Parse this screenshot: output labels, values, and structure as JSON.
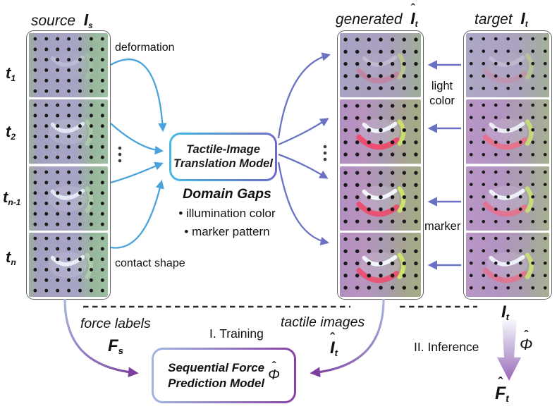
{
  "figure": {
    "headers": {
      "source": {
        "label": "source",
        "symbol": "I",
        "sub": "s"
      },
      "generated": {
        "label": "generated",
        "symbol": "I",
        "hat": "ˆ",
        "sub": "t"
      },
      "target": {
        "label": "target",
        "symbol": "I",
        "sub": "t"
      }
    },
    "timesteps": [
      {
        "base": "t",
        "sub": "1"
      },
      {
        "base": "t",
        "sub": "2"
      },
      {
        "base": "t",
        "sub": "n-1"
      },
      {
        "base": "t",
        "sub": "n"
      }
    ],
    "arrow_labels": {
      "deformation": "deformation",
      "contact_shape": "contact shape",
      "light_color": "light color",
      "marker": "marker"
    },
    "model_box": {
      "line1": "Tactile-Image",
      "line2": "Translation Model"
    },
    "domain_gaps": {
      "title": "Domain Gaps",
      "bullet": "•",
      "items": [
        "illumination color",
        "marker pattern"
      ]
    },
    "training": {
      "stage_label": "I. Training",
      "force_labels": "force labels",
      "force_symbol": {
        "base": "F",
        "sub": "s"
      },
      "tactile_images": "tactile images",
      "tactile_symbol": {
        "base": "I",
        "hat": "ˆ",
        "sub": "t"
      },
      "box": {
        "line1": "Sequential Force",
        "line2": "Prediction Model"
      },
      "phi": {
        "base": "Φ",
        "hat": "ˆ"
      }
    },
    "inference": {
      "stage_label": "II. Inference",
      "input_symbol": {
        "base": "I",
        "sub": "t"
      },
      "phi": {
        "base": "Φ",
        "hat": "ˆ"
      },
      "output_symbol": {
        "base": "F",
        "hat": "ˆ",
        "sub": "t"
      }
    },
    "colors": {
      "source_arrows": "#4aa3da",
      "translation_arrows": "#6b72c4",
      "training_arrow": "#7c3f9e",
      "model_box_border_left": "#46bae2",
      "model_box_border_right": "#6d6cc9"
    }
  }
}
